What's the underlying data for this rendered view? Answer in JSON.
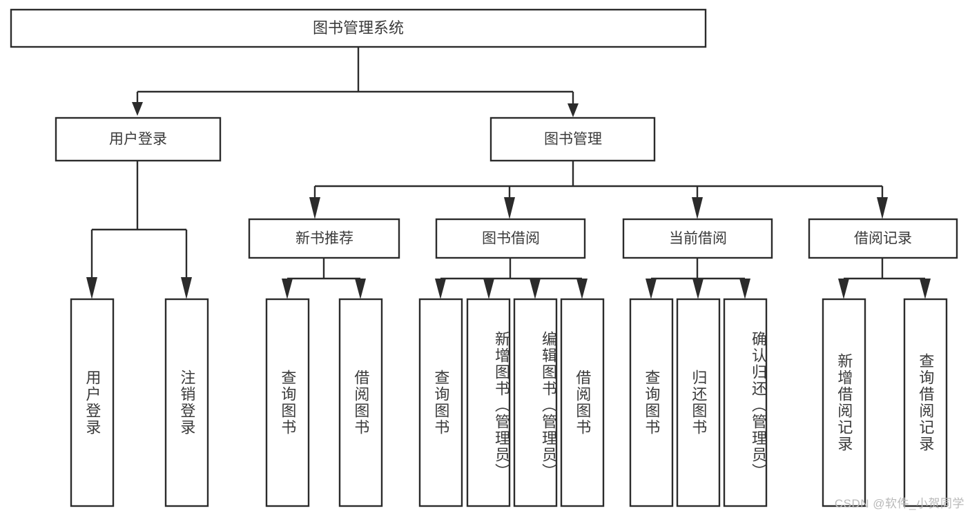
{
  "diagram": {
    "type": "tree-hierarchy-chart",
    "title": "图书管理系统",
    "stroke_color": "#2b2b2b",
    "text_color": "#3a3a3a",
    "background_color": "#ffffff",
    "root": {
      "label": "图书管理系统"
    },
    "level2": [
      {
        "label": "用户登录"
      },
      {
        "label": "图书管理"
      }
    ],
    "level3": [
      {
        "label": "新书推荐"
      },
      {
        "label": "图书借阅"
      },
      {
        "label": "当前借阅"
      },
      {
        "label": "借阅记录"
      }
    ],
    "leaves": {
      "user_login": [
        {
          "label": "用户登录"
        },
        {
          "label": "注销登录"
        }
      ],
      "new_book_recommend": [
        {
          "label": "查询图书"
        },
        {
          "label": "借阅图书"
        }
      ],
      "book_borrow": [
        {
          "label": "查询图书"
        },
        {
          "label": "新增图书（管理员）"
        },
        {
          "label": "编辑图书（管理员）"
        },
        {
          "label": "借阅图书"
        }
      ],
      "current_borrow": [
        {
          "label": "查询图书"
        },
        {
          "label": "归还图书"
        },
        {
          "label": "确认归还（管理员）"
        }
      ],
      "borrow_record": [
        {
          "label": "新增借阅记录"
        },
        {
          "label": "查询借阅记录"
        }
      ]
    }
  },
  "watermark": {
    "text": "CSDN @软件_小贺同学"
  }
}
